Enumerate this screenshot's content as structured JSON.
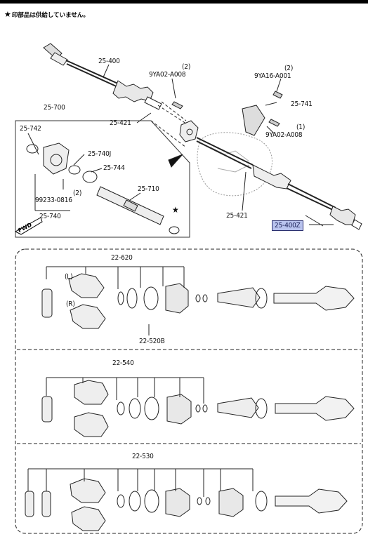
{
  "note": {
    "star": "★",
    "text": "印部品は供給していません。"
  },
  "labels": {
    "shaft_top": "25-400",
    "qty_a": "(2)",
    "bolt_a": "9YA02-A008",
    "qty_b": "(2)",
    "bolt_b": "9YA16-A001",
    "bracket": "25-741",
    "clip_left": "25-421",
    "qty_c": "(1)",
    "bolt_c": "9YA02-A008",
    "kit": "25-700",
    "seal": "25-742",
    "bearing_j": "25-740J",
    "ring": "25-744",
    "qty_d": "(2)",
    "pin": "99233-0816",
    "housing": "25-740",
    "inner_shaft": "25-710",
    "clip_right": "25-421",
    "shaft_selected": "25-400Z",
    "fwd": "FWD",
    "star_mark": "★",
    "kit1": "22-620",
    "side_l": "(L)",
    "side_r": "(R)",
    "boot1": "22-520B",
    "kit2": "22-540",
    "kit3": "22-530"
  }
}
